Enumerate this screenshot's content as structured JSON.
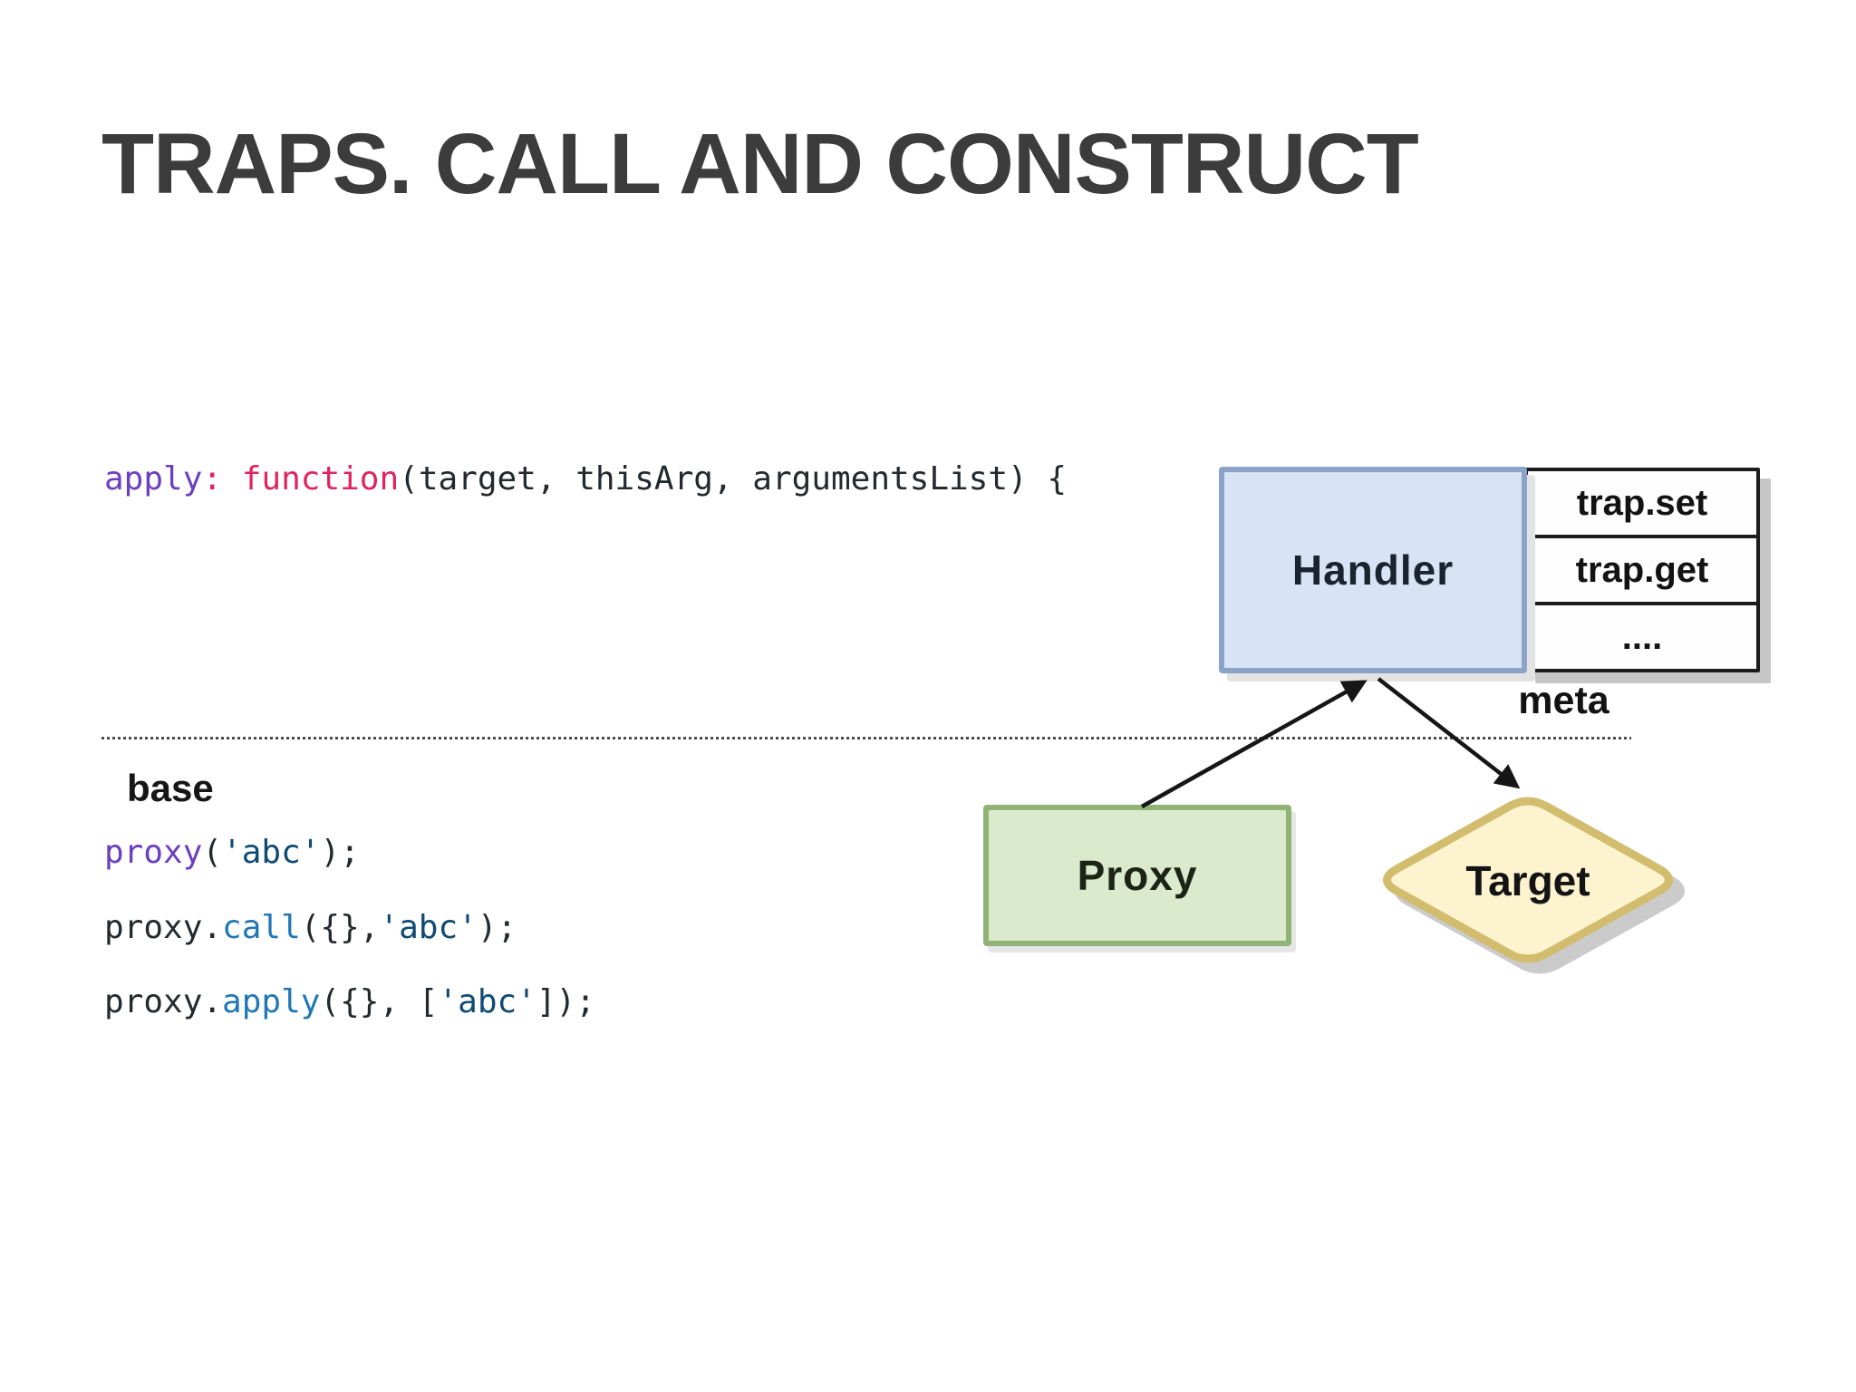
{
  "slide": {
    "title": "TRAPS. CALL AND CONSTRUCT"
  },
  "labels": {
    "base": "base",
    "meta": "meta"
  },
  "code": {
    "lines": [
      [
        {
          "t": "apply",
          "c": "#6b3fc0"
        },
        {
          "t": ":",
          "c": "#e0245e"
        },
        {
          "t": " "
        },
        {
          "t": "function",
          "c": "#e0245e"
        },
        {
          "t": "(target, thisArg, argumentsList) {"
        }
      ],
      [
        {
          "t": "proxy",
          "c": "#6b3fc0"
        },
        {
          "t": "("
        },
        {
          "t": "'abc'",
          "c": "#0f4a73"
        },
        {
          "t": ");"
        }
      ],
      [
        {
          "t": "proxy."
        },
        {
          "t": "call",
          "c": "#2077b4"
        },
        {
          "t": "({},"
        },
        {
          "t": "'abc'",
          "c": "#0f4a73"
        },
        {
          "t": ");"
        }
      ],
      [
        {
          "t": "proxy."
        },
        {
          "t": "apply",
          "c": "#2077b4"
        },
        {
          "t": "({}, ["
        },
        {
          "t": "'abc'",
          "c": "#0f4a73"
        },
        {
          "t": "]);"
        }
      ]
    ],
    "default_color": "#24292e"
  },
  "diagram": {
    "handler_label": "Handler",
    "proxy_label": "Proxy",
    "target_label": "Target",
    "traps": [
      "trap.set",
      "trap.get",
      "...."
    ],
    "meta_label": "meta",
    "colors": {
      "handler_fill": "#d8e4f6",
      "handler_border": "#8ba3c7",
      "proxy_fill": "#dbe9cd",
      "proxy_border": "#8fb475",
      "target_fill": "#fdf3cf",
      "target_border": "#d2bc6e",
      "shadow": "#cbcbcb",
      "arrow": "#161616",
      "title_color": "#3c3c3c"
    }
  }
}
